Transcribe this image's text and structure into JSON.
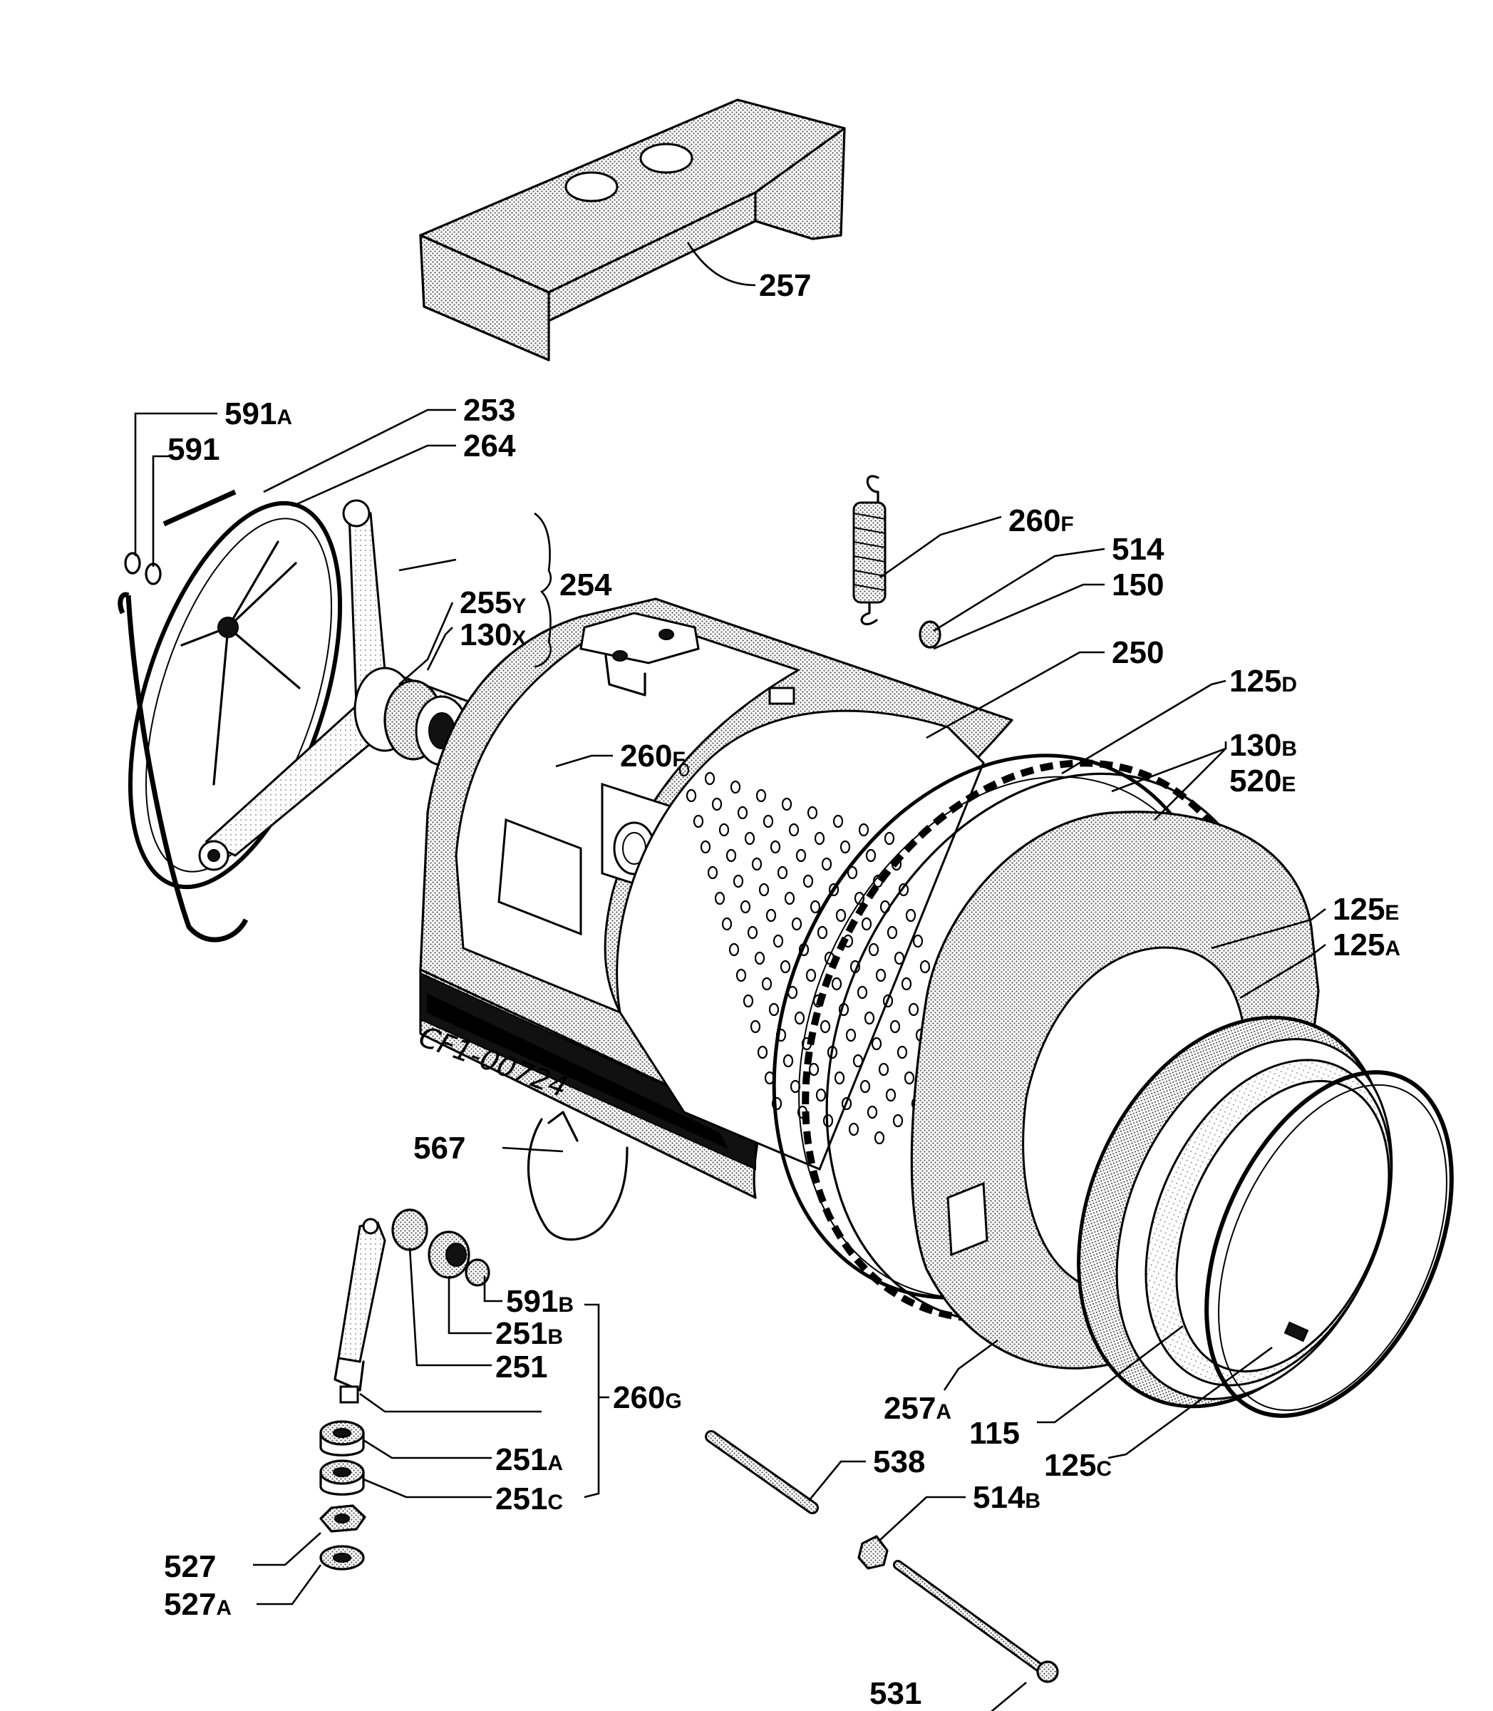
{
  "diagram": {
    "drawing_code": "CF1-00724",
    "part_labels": [
      {
        "id": "l257",
        "num": "257",
        "suffix": ""
      },
      {
        "id": "l591A",
        "num": "591",
        "suffix": "A"
      },
      {
        "id": "l253",
        "num": "253",
        "suffix": ""
      },
      {
        "id": "l591",
        "num": "591",
        "suffix": ""
      },
      {
        "id": "l264",
        "num": "264",
        "suffix": ""
      },
      {
        "id": "l254",
        "num": "254",
        "suffix": ""
      },
      {
        "id": "l255Y",
        "num": "255",
        "suffix": "Y"
      },
      {
        "id": "l130X",
        "num": "130",
        "suffix": "X"
      },
      {
        "id": "l260F1",
        "num": "260",
        "suffix": "F"
      },
      {
        "id": "l514",
        "num": "514",
        "suffix": ""
      },
      {
        "id": "l150",
        "num": "150",
        "suffix": ""
      },
      {
        "id": "l250",
        "num": "250",
        "suffix": ""
      },
      {
        "id": "l125D",
        "num": "125",
        "suffix": "D"
      },
      {
        "id": "l260F2",
        "num": "260",
        "suffix": "F"
      },
      {
        "id": "l130B",
        "num": "130",
        "suffix": "B"
      },
      {
        "id": "l520E",
        "num": "520",
        "suffix": "E"
      },
      {
        "id": "l125E",
        "num": "125",
        "suffix": "E"
      },
      {
        "id": "l125A",
        "num": "125",
        "suffix": "A"
      },
      {
        "id": "l567",
        "num": "567",
        "suffix": ""
      },
      {
        "id": "l591B",
        "num": "591",
        "suffix": "B"
      },
      {
        "id": "l251B",
        "num": "251",
        "suffix": "B"
      },
      {
        "id": "l251",
        "num": "251",
        "suffix": ""
      },
      {
        "id": "l260G",
        "num": "260",
        "suffix": "G"
      },
      {
        "id": "l257A",
        "num": "257",
        "suffix": "A"
      },
      {
        "id": "l115",
        "num": "115",
        "suffix": ""
      },
      {
        "id": "l125C",
        "num": "125",
        "suffix": "C"
      },
      {
        "id": "l251A",
        "num": "251",
        "suffix": "A"
      },
      {
        "id": "l251C",
        "num": "251",
        "suffix": "C"
      },
      {
        "id": "l538",
        "num": "538",
        "suffix": ""
      },
      {
        "id": "l514B",
        "num": "514",
        "suffix": "B"
      },
      {
        "id": "l527",
        "num": "527",
        "suffix": ""
      },
      {
        "id": "l527A",
        "num": "527",
        "suffix": "A"
      },
      {
        "id": "l531",
        "num": "531",
        "suffix": ""
      }
    ]
  }
}
